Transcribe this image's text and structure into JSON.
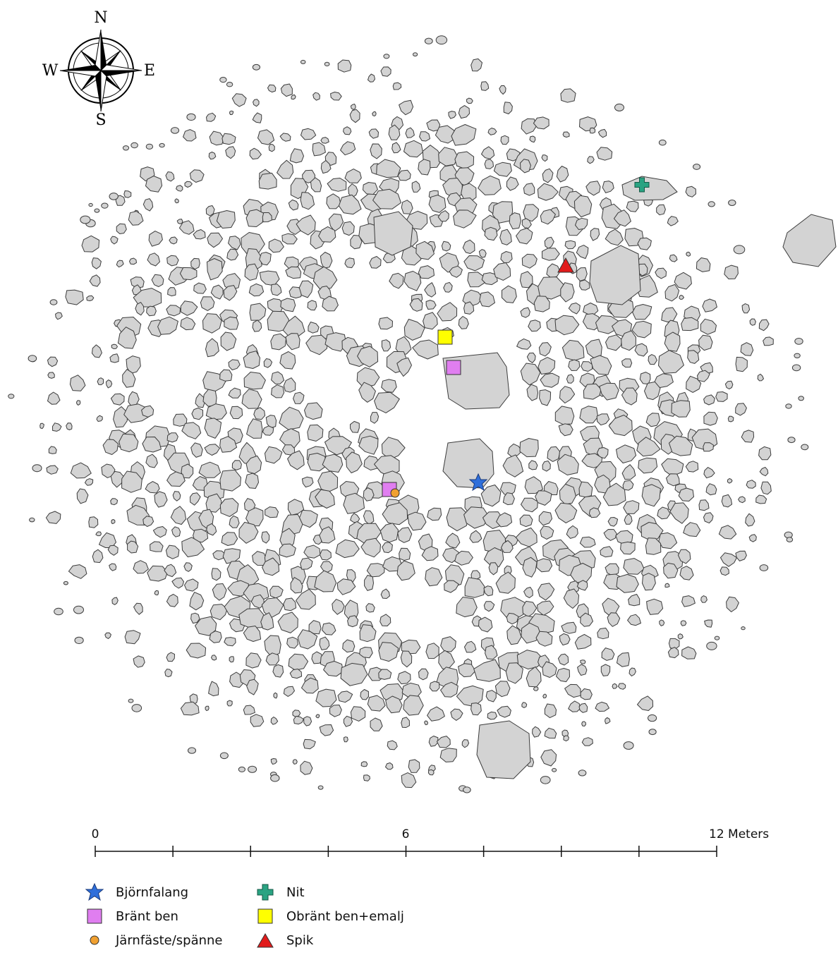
{
  "compass": {
    "north": "N",
    "south": "S",
    "east": "E",
    "west": "W"
  },
  "scale_bar": {
    "start_label": "0",
    "mid_label": "6",
    "end_label": "12 Meters",
    "ticks_m": [
      0,
      1.5,
      3,
      4.5,
      6,
      7.5,
      9,
      10.5,
      12
    ]
  },
  "legend": [
    {
      "key": "bjornfalang",
      "label": "Björnfalang",
      "symbol": "star",
      "color": "#2f6fdb"
    },
    {
      "key": "brant-ben",
      "label": "Bränt ben",
      "symbol": "square",
      "color": "#e07ef0"
    },
    {
      "key": "jarnfaste",
      "label": "Järnfäste/spänne",
      "symbol": "circle",
      "color": "#f0a030"
    },
    {
      "key": "nit",
      "label": "Nit",
      "symbol": "cross",
      "color": "#2aa382"
    },
    {
      "key": "obrant-ben",
      "label": "Obränt ben+emalj",
      "symbol": "square",
      "color": "#ffff00"
    },
    {
      "key": "spik",
      "label": "Spik",
      "symbol": "triangle",
      "color": "#e11b1b"
    }
  ]
}
